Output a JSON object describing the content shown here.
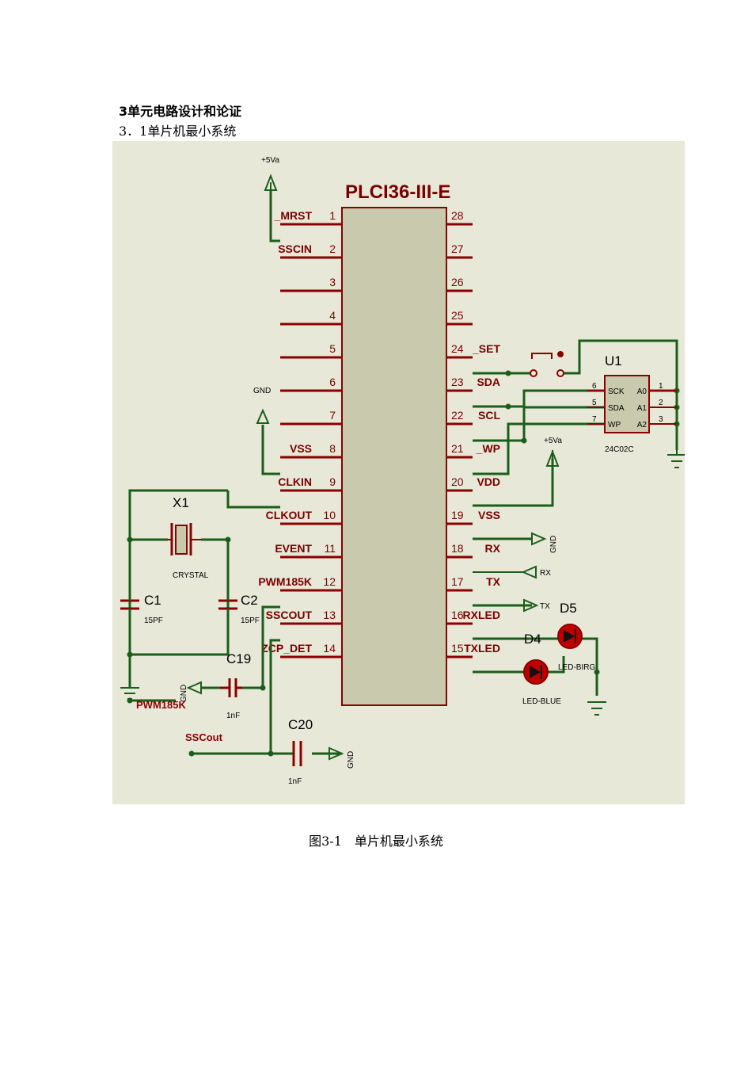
{
  "document": {
    "section_title": "3单元电路设计和论证",
    "subsection_title": "3．1单片机最小系统",
    "caption": "图3-1　单片机最小系统"
  },
  "schematic": {
    "chip_name": "PLCI36-III-E",
    "left_pins": [
      {
        "num": "1",
        "name": "_MRST"
      },
      {
        "num": "2",
        "name": "SSCIN"
      },
      {
        "num": "3",
        "name": ""
      },
      {
        "num": "4",
        "name": ""
      },
      {
        "num": "5",
        "name": ""
      },
      {
        "num": "6",
        "name": ""
      },
      {
        "num": "7",
        "name": ""
      },
      {
        "num": "8",
        "name": "VSS"
      },
      {
        "num": "9",
        "name": "CLKIN"
      },
      {
        "num": "10",
        "name": "CLKOUT"
      },
      {
        "num": "11",
        "name": "EVENT"
      },
      {
        "num": "12",
        "name": "PWM185K"
      },
      {
        "num": "13",
        "name": "SSCOUT"
      },
      {
        "num": "14",
        "name": "ZCP_DET"
      }
    ],
    "right_pins": [
      {
        "num": "28",
        "name": ""
      },
      {
        "num": "27",
        "name": ""
      },
      {
        "num": "26",
        "name": ""
      },
      {
        "num": "25",
        "name": ""
      },
      {
        "num": "24",
        "name": "_SET"
      },
      {
        "num": "23",
        "name": "SDA"
      },
      {
        "num": "22",
        "name": "SCL"
      },
      {
        "num": "21",
        "name": "_WP"
      },
      {
        "num": "20",
        "name": "VDD"
      },
      {
        "num": "19",
        "name": "VSS"
      },
      {
        "num": "18",
        "name": "RX"
      },
      {
        "num": "17",
        "name": "TX"
      },
      {
        "num": "16",
        "name": "RXLED"
      },
      {
        "num": "15",
        "name": "TXLED"
      }
    ],
    "power_top": "+5Va",
    "power_right": "+5Va",
    "gnd_label": "GND",
    "gnd_right": "GND",
    "gnd_c19": "GND",
    "gnd_c20": "GND",
    "x1": {
      "ref": "X1",
      "value": "CRYSTAL"
    },
    "c1": {
      "ref": "C1",
      "value": "15PF"
    },
    "c2": {
      "ref": "C2",
      "value": "15PF"
    },
    "c19": {
      "ref": "C19",
      "value": "1nF"
    },
    "c20": {
      "ref": "C20",
      "value": "1nF"
    },
    "u1": {
      "ref": "U1",
      "value": "24C02C",
      "left_pins": [
        {
          "num": "6",
          "name": "SCK"
        },
        {
          "num": "5",
          "name": "SDA"
        },
        {
          "num": "7",
          "name": "WP"
        }
      ],
      "right_pins": [
        {
          "num": "1",
          "name": "A0"
        },
        {
          "num": "2",
          "name": "A1"
        },
        {
          "num": "3",
          "name": "A2"
        }
      ]
    },
    "d4": {
      "ref": "D4",
      "value": "LED-BLUE"
    },
    "d5": {
      "ref": "D5",
      "value": "LED-BIRG"
    },
    "rx_label": "RX",
    "tx_label": "TX",
    "net_pwm": "PWM185K",
    "net_sscout": "SSCout"
  },
  "colors": {
    "panel": "#e7e8d8",
    "chip": "#c9c9ad",
    "pin": "#8b0000",
    "wire": "#1a5e1a",
    "led": "#c00000"
  }
}
